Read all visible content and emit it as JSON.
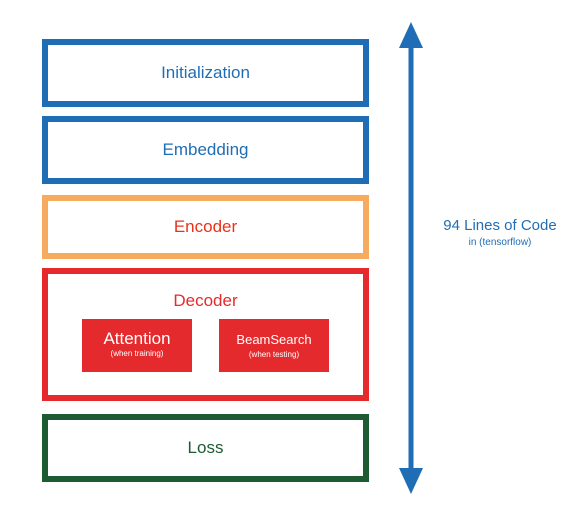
{
  "layers": {
    "initialization": "Initialization",
    "embedding": "Embedding",
    "encoder": "Encoder",
    "decoder": "Decoder",
    "loss": "Loss"
  },
  "decoder_blocks": {
    "attention": {
      "label": "Attention",
      "note": "(when training)"
    },
    "beamsearch": {
      "label": "BeamSearch",
      "note": "(when testing)"
    }
  },
  "side_annotation": {
    "main": "94 Lines of Code",
    "sub": "in (tensorflow)"
  },
  "colors": {
    "blue": "#1f6db5",
    "orange": "#f7ab5e",
    "red": "#e52a2d",
    "green": "#1d5b33"
  },
  "icons": {
    "arrow": "double-headed-vertical-arrow"
  }
}
